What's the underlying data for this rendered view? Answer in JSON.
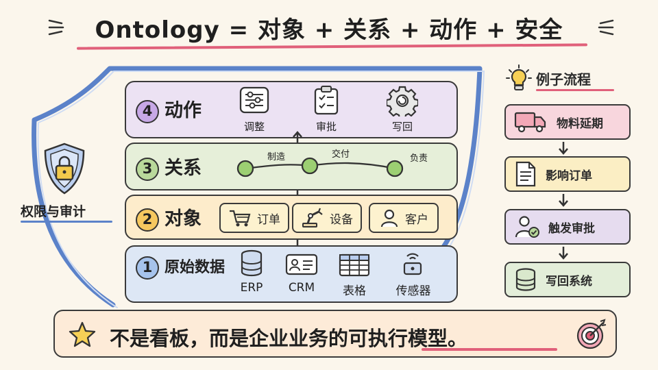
{
  "title": "Ontology = 对象 + 关系 + 动作 + 安全",
  "permission_label": "权限与审计",
  "layers": [
    {
      "num": "4",
      "label": "动作",
      "items": [
        "调整",
        "审批",
        "写回"
      ]
    },
    {
      "num": "3",
      "label": "关系",
      "edges": [
        "制造",
        "交付",
        "负责"
      ]
    },
    {
      "num": "2",
      "label": "对象",
      "items": [
        "订单",
        "设备",
        "客户"
      ]
    },
    {
      "num": "1",
      "label": "原始数据",
      "items": [
        "ERP",
        "CRM",
        "表格",
        "传感器"
      ]
    }
  ],
  "example": {
    "title": "例子流程",
    "steps": [
      "物料延期",
      "影响订单",
      "触发审批",
      "写回系统"
    ]
  },
  "banner": "不是看板，而是企业业务的可执行模型。",
  "colors": {
    "layer4": "#ece2f3",
    "layer3": "#e6efd9",
    "layer2": "#fdeccb",
    "layer1": "#dde7f5",
    "shield": "#5b82c9",
    "accent": "#e0607a"
  }
}
